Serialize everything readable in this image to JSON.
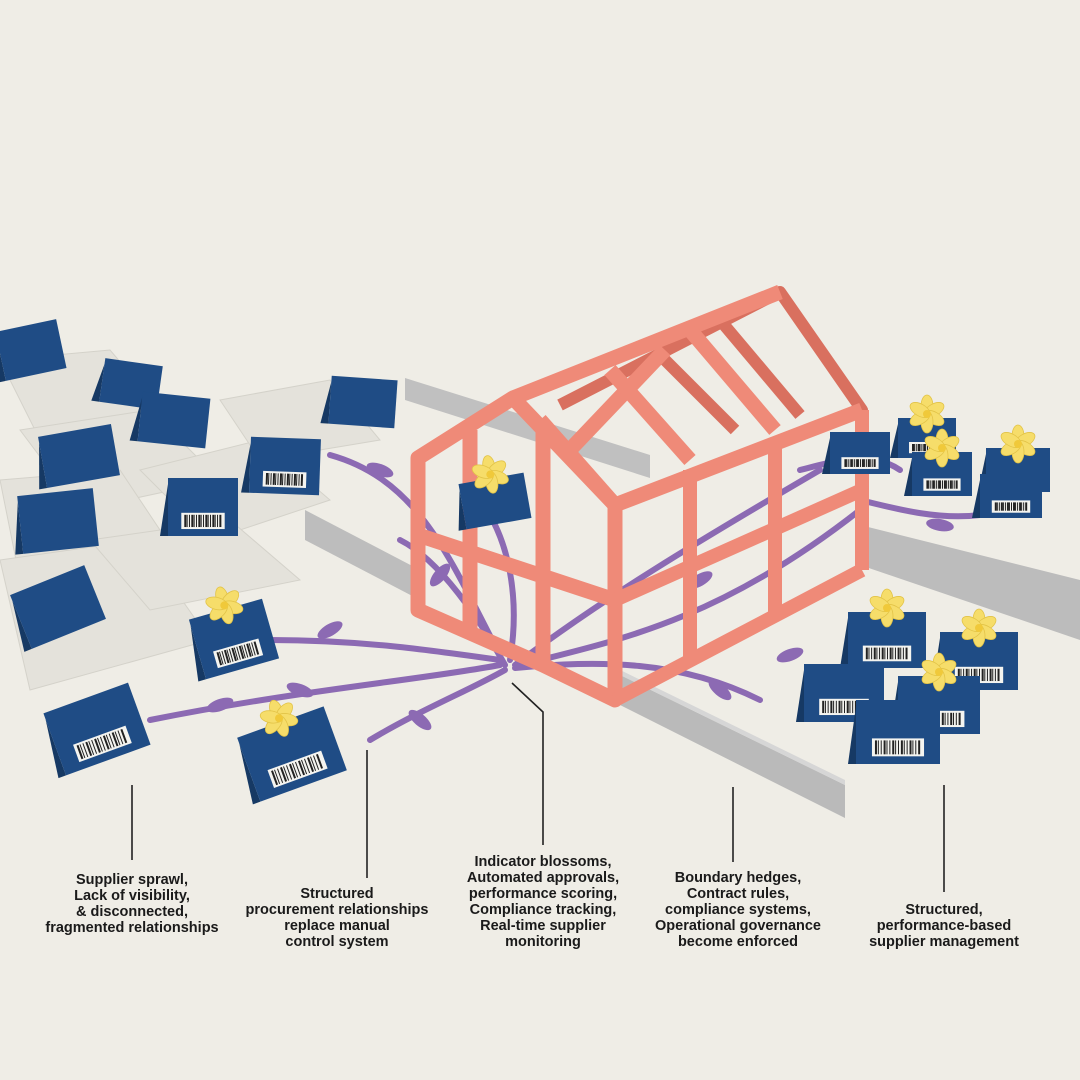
{
  "colors": {
    "background": "#efede6",
    "paper": "#e6e4dd",
    "supplier_card": "#1f4c85",
    "supplier_card_dark": "#163964",
    "greenhouse_frame": "#ef8a78",
    "greenhouse_frame_dark": "#d9705f",
    "vine": "#8c6ab3",
    "blossom": "#f6dd6a",
    "hedge": "#b9b9b9",
    "leader_line": "#222222"
  },
  "icons": [
    "barcode-icon",
    "blossom-icon",
    "vine-leaf-icon"
  ],
  "annotations": [
    {
      "id": "sprawl",
      "lines": [
        "Supplier sprawl,",
        "Lack of visibility,",
        "& disconnected,",
        "fragmented relationships"
      ]
    },
    {
      "id": "structured-relationships",
      "lines": [
        "Structured",
        "procurement relationships",
        "replace manual",
        "control system"
      ]
    },
    {
      "id": "indicator-blossoms",
      "lines": [
        "Indicator blossoms,",
        "Automated approvals,",
        "performance scoring,",
        "Compliance tracking,",
        "Real-time supplier",
        "monitoring"
      ]
    },
    {
      "id": "boundary-hedges",
      "lines": [
        "Boundary hedges,",
        "Contract rules,",
        "compliance systems,",
        "Operational governance",
        "become enforced"
      ]
    },
    {
      "id": "performance-management",
      "lines": [
        "Structured,",
        "performance-based",
        "supplier management"
      ]
    }
  ]
}
